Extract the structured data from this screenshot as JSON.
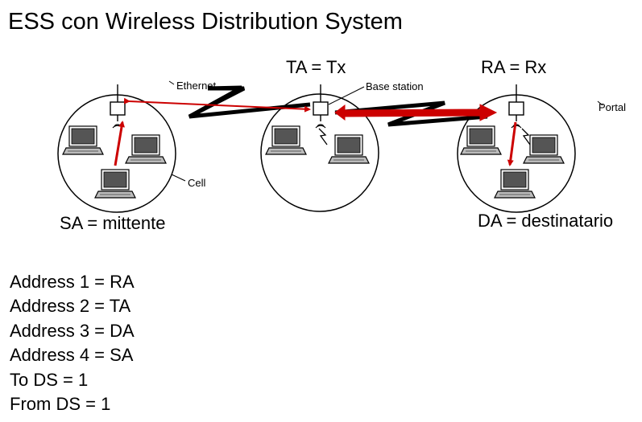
{
  "title": "ESS con Wireless Distribution System",
  "labels": {
    "ta": "TA = Tx",
    "ra": "RA = Rx",
    "sa": "SA = mittente",
    "da": "DA = destinatario",
    "ethernet": "Ethernet",
    "base_station": "Base station",
    "portal": "Portal",
    "cell": "Cell"
  },
  "address_lines": [
    "Address 1 = RA",
    "Address 2 = TA",
    "Address 3 = DA",
    "Address 4 = SA",
    "To DS = 1",
    "From DS = 1"
  ],
  "colors": {
    "link_red": "#cc0000",
    "line_black": "#000000"
  },
  "icons": [
    "laptop-icon",
    "access-point-icon",
    "antenna-icon",
    "lightning-bolt-icon"
  ]
}
